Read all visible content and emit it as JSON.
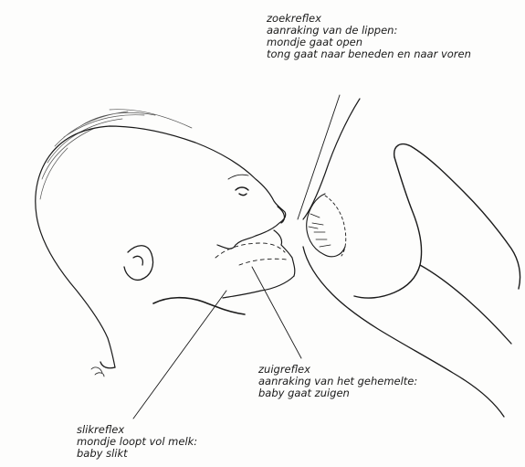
{
  "annotations": {
    "zoekreflex": {
      "lines": [
        "zoekreflex",
        "aanraking van de lippen:",
        "mondje gaat open",
        "tong gaat naar beneden en naar voren"
      ]
    },
    "zuigreflex": {
      "lines": [
        "zuigreflex",
        "aanraking van het gehemelte:",
        "baby gaat zuigen"
      ]
    },
    "slikreflex": {
      "lines": [
        "slikreflex",
        "mondje loopt vol melk:",
        "baby slikt"
      ]
    }
  },
  "colors": {
    "ink": "#1a1a1a",
    "paper": "#fdfdfc"
  }
}
